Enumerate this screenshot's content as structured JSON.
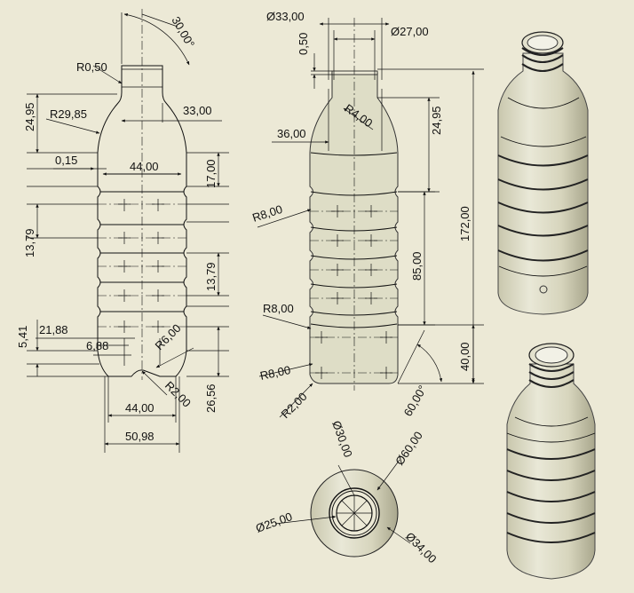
{
  "drawing": {
    "front_view": {
      "dims": {
        "angle_top": "30,00°",
        "r_lip": "R0,50",
        "r_shoulder": "R29,85",
        "h_shoulder": "24,95",
        "w_neck": "33,00",
        "gap": "0,15",
        "w_body": "44,00",
        "h_upper": "17,00",
        "h_rib_left": "13,79",
        "h_rib_right": "13,79",
        "h_base": "5,41",
        "w_foot": "21,88",
        "w_foot_inner": "6,88",
        "r_foot": "R6,00",
        "r_base": "R2,00",
        "h_bottom": "26,56",
        "w_base": "44,00",
        "w_total": "50,98"
      }
    },
    "section_view": {
      "dims": {
        "d_cap": "Ø33,00",
        "lip_thk": "0,50",
        "d_thread": "Ø27,00",
        "r_neck": "R4,00",
        "w_shoulder": "36,00",
        "h_shoulder": "24,95",
        "h_total": "172,00",
        "r_rib_1": "R8,00",
        "h_ribs": "85,00",
        "r_rib_2": "R8,00",
        "r_bottom_1": "R8,00",
        "r_bottom_2": "R2,00",
        "h_bottom": "40,00",
        "angle_bottom": "60,00°"
      }
    },
    "bottom_view": {
      "dims": {
        "d_inner": "Ø30,00",
        "d_outer": "Ø60,00",
        "d_neck": "Ø25,00",
        "d_mid": "Ø34,00"
      }
    }
  }
}
